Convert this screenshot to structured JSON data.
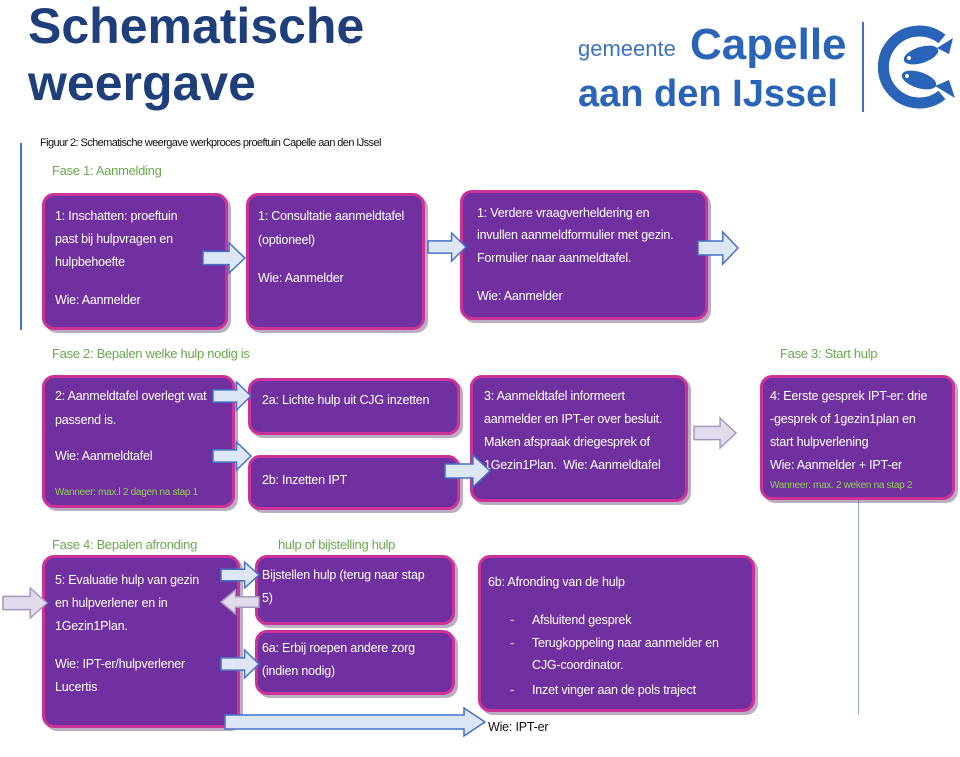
{
  "header": {
    "title_line1": "Schematische",
    "title_line2": "weergave"
  },
  "logo": {
    "gemeente": "gemeente",
    "capelle": "Capelle",
    "aan_den_ijssel": "aan den IJssel"
  },
  "caption": "Figuur 2: Schematische weergave werkproces proeftuin Capelle aan den IJssel",
  "phases": {
    "fase1": "Fase 1: Aanmelding",
    "fase2": "Fase 2: Bepalen welke hulp nodig is",
    "fase3": "Fase 3: Start hulp",
    "fase4": "Fase 4: Bepalen afronding",
    "fase4_cont": "hulp of bijstelling hulp"
  },
  "steps": {
    "inschatten": {
      "lines": [
        "1: Inschatten: proeftuin",
        "past bij hulpvragen en",
        "hulpbehoefte"
      ],
      "wie": "Wie: Aanmelder"
    },
    "consultatie": {
      "lines": [
        "1: Consultatie aanmeldtafel",
        "(optioneel)"
      ],
      "wie": "Wie: Aanmelder"
    },
    "vraagverheldering": {
      "lines": [
        "1: Verdere vraagverheldering en",
        "invullen aanmeldformulier met gezin.",
        "Formulier naar aanmeldtafel."
      ],
      "wie": "Wie: Aanmelder"
    },
    "overleg": {
      "lines": [
        "2: Aanmeldtafel overlegt wat",
        "passend is."
      ],
      "wie": "Wie: Aanmeldtafel",
      "wanneer": "Wanneer: max.l 2 dagen na stap 1"
    },
    "lichte_hulp": {
      "lines": [
        "2a: Lichte hulp uit CJG inzetten"
      ]
    },
    "inzetten_ipt": {
      "lines": [
        "2b: Inzetten IPT"
      ]
    },
    "informeert": {
      "lines": [
        "3: Aanmeldtafel informeert",
        "aanmelder en IPT-er over besluit.",
        "Maken afspraak driegesprek of",
        "1Gezin1Plan.  Wie: Aanmeldtafel"
      ]
    },
    "eerste_gesprek": {
      "lines": [
        "4: Eerste gesprek IPT-er: drie",
        "-gesprek of 1gezin1plan en",
        "start hulpverlening"
      ],
      "wie": "Wie: Aanmelder + IPT-er",
      "wanneer": "Wanneer: max. 2 weken na stap 2"
    },
    "evaluatie": {
      "lines": [
        "5: Evaluatie hulp van gezin",
        "en hulpverlener en in",
        "1Gezin1Plan."
      ],
      "wie": [
        "Wie: IPT-er/hulpverlener",
        "Lucertis"
      ]
    },
    "bijstellen": {
      "lines": [
        "Bijstellen hulp (terug naar stap",
        "5)"
      ]
    },
    "erbij_roepen": {
      "lines": [
        "6a: Erbij roepen andere zorg",
        "(indien nodig)"
      ]
    },
    "afronding": {
      "title": "6b: Afronding van de hulp",
      "bullet_marker": "-",
      "bullets": [
        {
          "text": "Afsluitend gesprek"
        },
        {
          "text": "Terugkoppeling naar aanmelder en",
          "cont": "CJG-coordinator."
        },
        {
          "text": "Inzet vinger aan de pols traject"
        }
      ],
      "wie": "Wie: IPT-er"
    }
  },
  "icons": {
    "emblem": "fish-emblem-icon",
    "flow_arrow": "block-arrow-right-icon",
    "back_arrow": "block-arrow-left-icon"
  },
  "colors": {
    "box_fill": "#7030a0",
    "box_border": "#cc3399",
    "phase_green": "#6aa84f",
    "when_green": "#92d050",
    "title_blue": "#1f3f7a",
    "logo_blue": "#2a64b8",
    "arrow_blue": "#4472c4",
    "arrow_lilac": "#a898bc"
  }
}
